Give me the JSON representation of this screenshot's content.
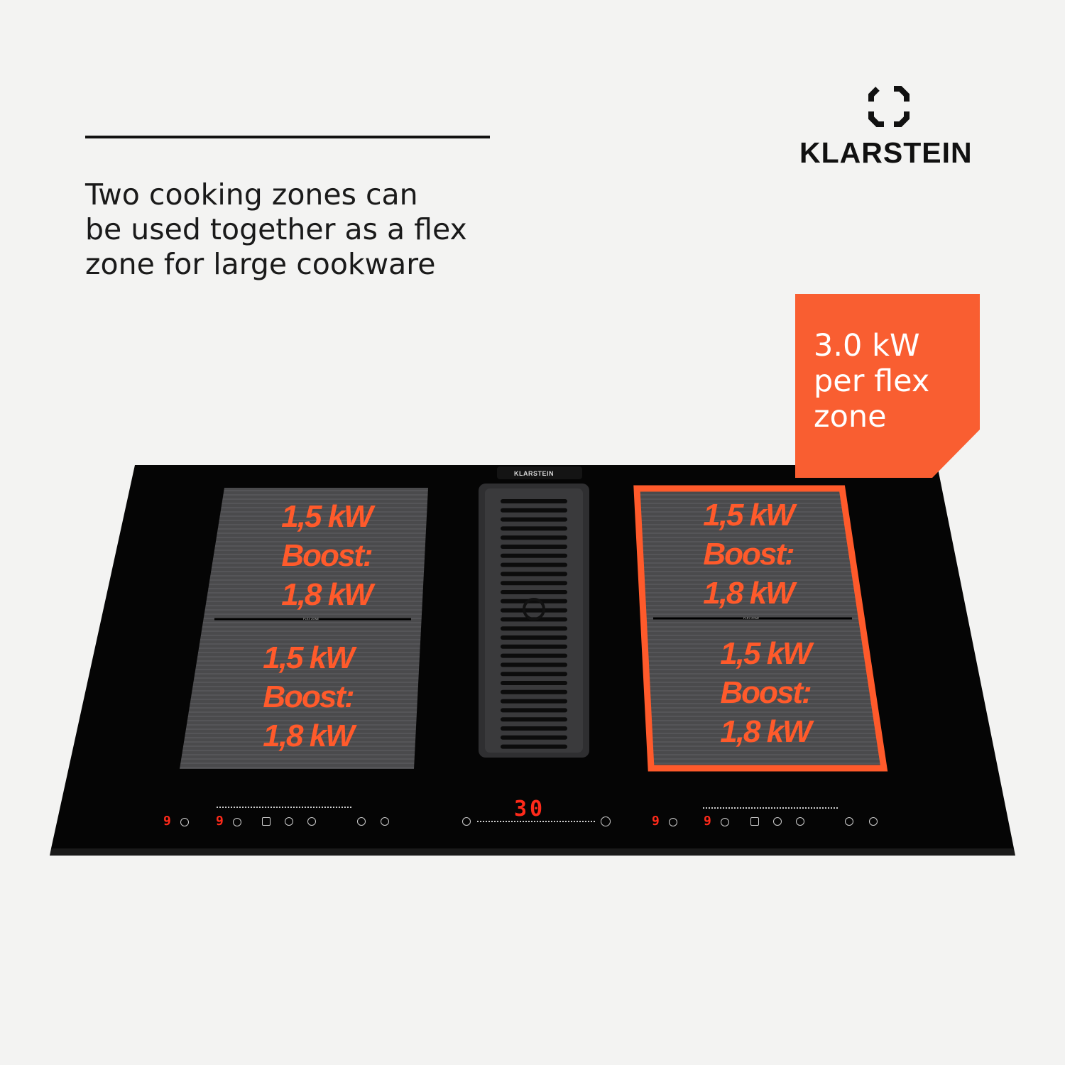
{
  "headline": {
    "lines": [
      "Two cooking zones can",
      "be used together as a flex",
      "zone for large cookware"
    ]
  },
  "brand": {
    "name": "KLARSTEIN",
    "logo_icon": "diamond-logo-icon"
  },
  "flag": {
    "lines": [
      "3.0 kW",
      "per flex",
      "zone"
    ],
    "color": "#f95e31"
  },
  "hob": {
    "brand_plate": "KLARSTEIN",
    "flex_tag": "FLEX ZONE",
    "left_zone": {
      "top": [
        "1,5 kW",
        "Boost:",
        "1,8 kW"
      ],
      "bottom": [
        "1,5 kW",
        "Boost:",
        "1,8 kW"
      ]
    },
    "right_zone": {
      "top": [
        "1,5 kW",
        "Boost:",
        "1,8 kW"
      ],
      "bottom": [
        "1,5 kW",
        "Boost:",
        "1,8 kW"
      ]
    },
    "timer_display": "30",
    "left_digits": [
      "9",
      "9"
    ],
    "right_digits": [
      "9",
      "9"
    ],
    "highlight_color": "#ff5a2b"
  }
}
